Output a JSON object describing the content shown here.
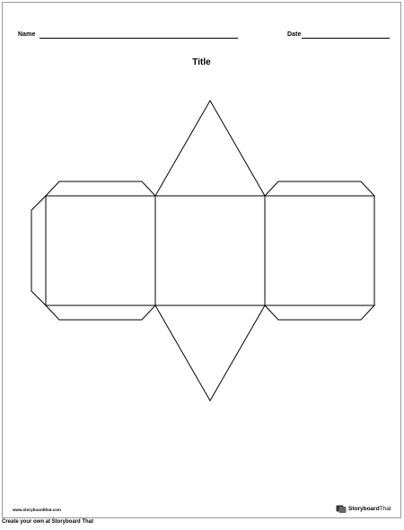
{
  "header": {
    "name_label": "Name",
    "date_label": "Date"
  },
  "worksheet": {
    "title": "Title"
  },
  "footer": {
    "site_url": "www.storyboardthat.com",
    "brand_story": "Storyboard",
    "brand_that": "That",
    "caption": "Create your own at Storyboard That"
  },
  "icons": {
    "brand_logo": "storyboard-logo-icon"
  },
  "colors": {
    "line": "#000000",
    "sheet_border": "#9a9a9a"
  }
}
